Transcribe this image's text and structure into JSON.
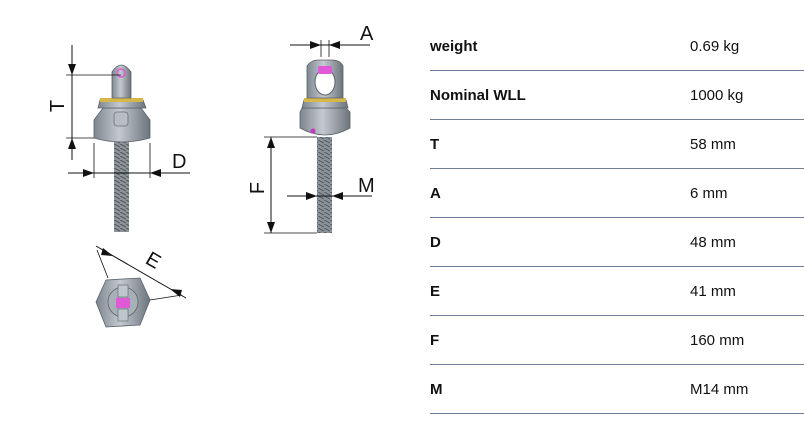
{
  "drawing_labels": {
    "t": "T",
    "d": "D",
    "a": "A",
    "f": "F",
    "m": "M",
    "e": "E"
  },
  "specs": [
    {
      "label": "weight",
      "value": "0.69 kg"
    },
    {
      "label": "Nominal WLL",
      "value": "1000 kg"
    },
    {
      "label": "T",
      "value": "58 mm"
    },
    {
      "label": "A",
      "value": "6 mm"
    },
    {
      "label": "D",
      "value": "48 mm"
    },
    {
      "label": "E",
      "value": "41 mm"
    },
    {
      "label": "F",
      "value": "160 mm"
    },
    {
      "label": "M",
      "value": "M14 mm"
    }
  ],
  "colors": {
    "body": "#9aa3ab",
    "ring": "#d6b84a",
    "accent": "#e05ad8",
    "rule": "#6f7f9b"
  }
}
